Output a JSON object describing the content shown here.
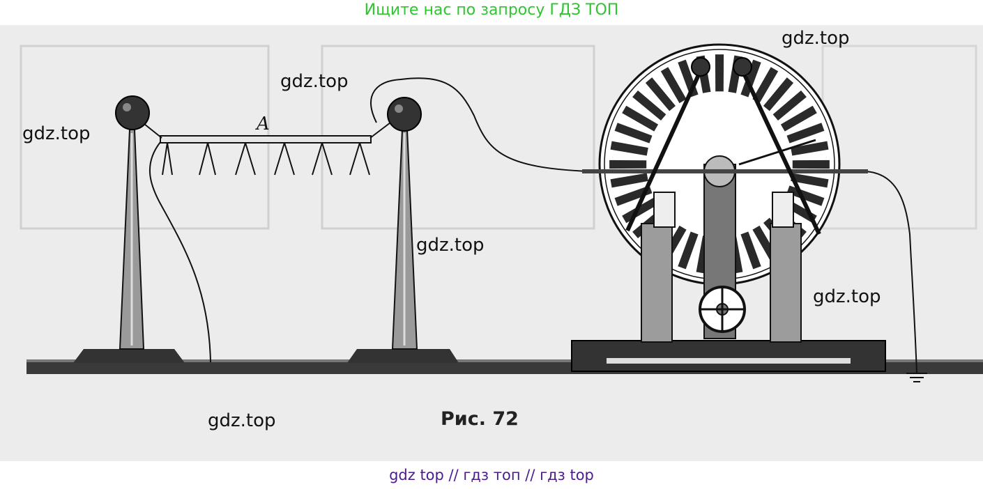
{
  "header": {
    "banner": "Ищите нас по запросу ГДЗ ТОП"
  },
  "figure": {
    "label_a": "A",
    "caption": "Рис. 72"
  },
  "watermarks": [
    "gdz.top",
    "gdz.top",
    "gdz.top",
    "gdz.top",
    "gdz.top",
    "gdz.top"
  ],
  "footer": {
    "text": "gdz top  //  гдз топ  //  гдз top"
  }
}
